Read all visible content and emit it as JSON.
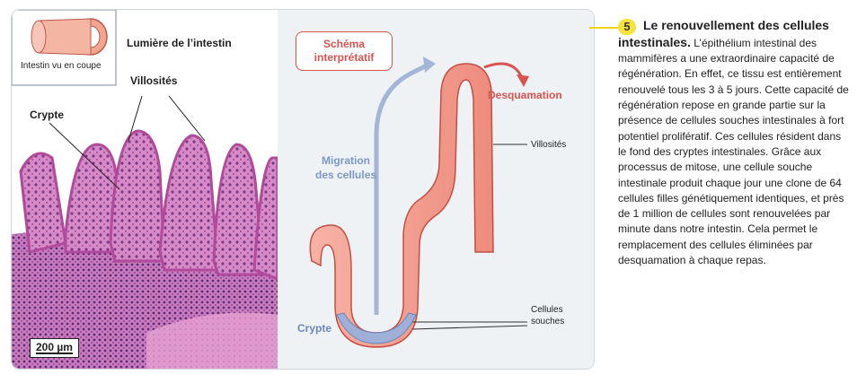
{
  "histology": {
    "inset_label": "Intestin\nvu en coupe",
    "lumen_label": "Lumière de l’intestin",
    "villi_label": "Villosités",
    "crypt_label": "Crypte",
    "scale_label": "200 µm"
  },
  "schema": {
    "title": "Schéma\ninterprétatif",
    "migration_label": "Migration\ndes cellules",
    "desquamation_label": "Desquamation",
    "villi_label": "Villosités",
    "stem_cells_label": "Cellules\nsouches",
    "crypt_label": "Crypte"
  },
  "article": {
    "number": "5",
    "title": "Le renouvellement des cellules intestinales.",
    "body": "L’épithélium intestinal des mammifères a une extraordinaire capacité de régénération. En effet, ce tissu est entièrement renouvelé tous les 3 à 5 jours. Cette capacité de régénération repose en grande partie sur la présence de cellules souches intestinales à fort potentiel prolifératif. Ces cellules résident dans le fond des cryptes intestinales. Grâce aux processus de mitose, une cellule souche intestinale produit chaque jour une clone de 64 cellules filles génétiquement identiques, et près de 1 million de cellules sont renouvelées par minute dans notre intestin. Cela permet le remplacement des cellules éliminées par desquamation à chaque repas."
  },
  "colors": {
    "accent_red": "#d9534f",
    "accent_yellow": "#f7e33a",
    "migration_blue": "#8fa8d2",
    "tissue_pink": "#f19a8f"
  }
}
